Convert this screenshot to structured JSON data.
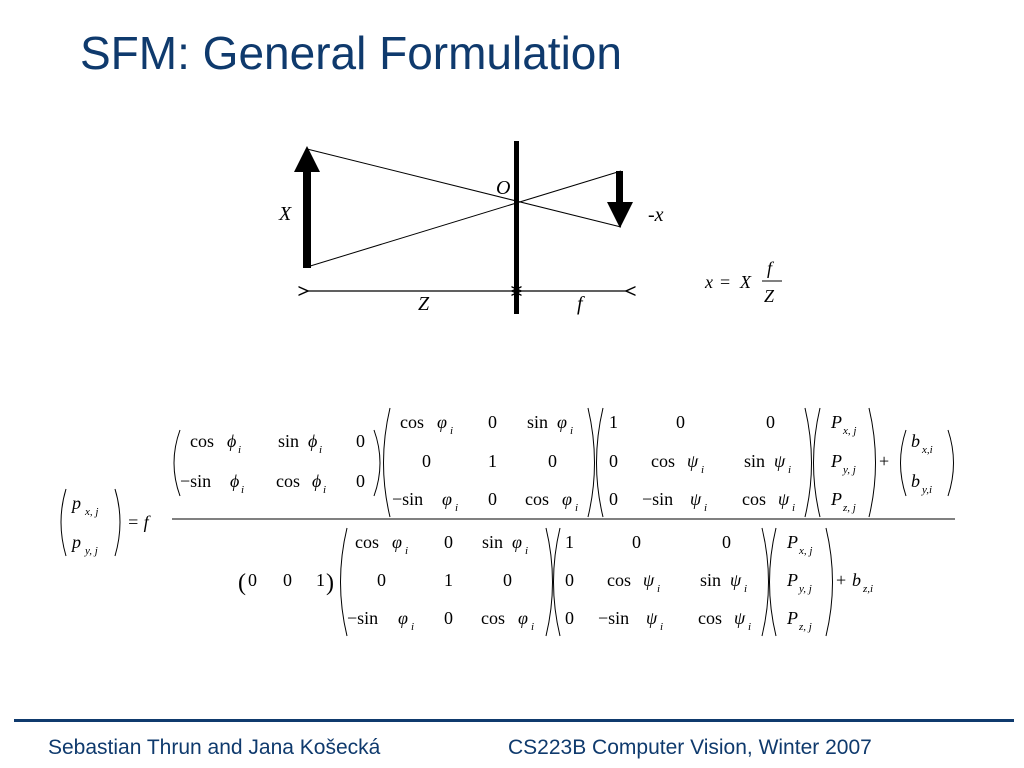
{
  "slide": {
    "title": "SFM: General Formulation"
  },
  "diagram": {
    "object_label": "X",
    "center_label": "O",
    "image_label": "-x",
    "depth_label": "Z",
    "focal_label": "f"
  },
  "projection": {
    "lhs": "x",
    "eq": "=",
    "rhs_var": "X",
    "numerator": "f",
    "denominator": "Z"
  },
  "equation": {
    "lhs_vec": [
      "p",
      "p"
    ],
    "lhs_subs": [
      "x, j",
      "y, j"
    ],
    "eq_f": "= f",
    "rot_z": {
      "r1": [
        "cos",
        "sin",
        "0"
      ],
      "r2": [
        "−sin",
        "cos",
        "0"
      ],
      "subs": "i"
    },
    "rot_y": {
      "r1": [
        "cos",
        "0",
        "sin"
      ],
      "r2": [
        "0",
        "1",
        "0"
      ],
      "r3": [
        "−sin",
        "0",
        "cos"
      ]
    },
    "rot_x": {
      "r1": [
        "1",
        "0",
        "0"
      ],
      "r2": [
        "0",
        "cos",
        "sin"
      ],
      "r3": [
        "0",
        "−sin",
        "cos"
      ]
    },
    "point": {
      "sym": "P",
      "subs": [
        "x, j",
        "y, j",
        "z, j"
      ]
    },
    "plus": "+",
    "bias": {
      "sym": "b",
      "subs": [
        "x,i",
        "y,i"
      ],
      "den_sub": "z,i"
    },
    "row_vec": [
      "0",
      "0",
      "1"
    ]
  },
  "footer": {
    "authors": "Sebastian Thrun and Jana Košecká",
    "course": "CS223B Computer Vision, Winter 2007"
  }
}
